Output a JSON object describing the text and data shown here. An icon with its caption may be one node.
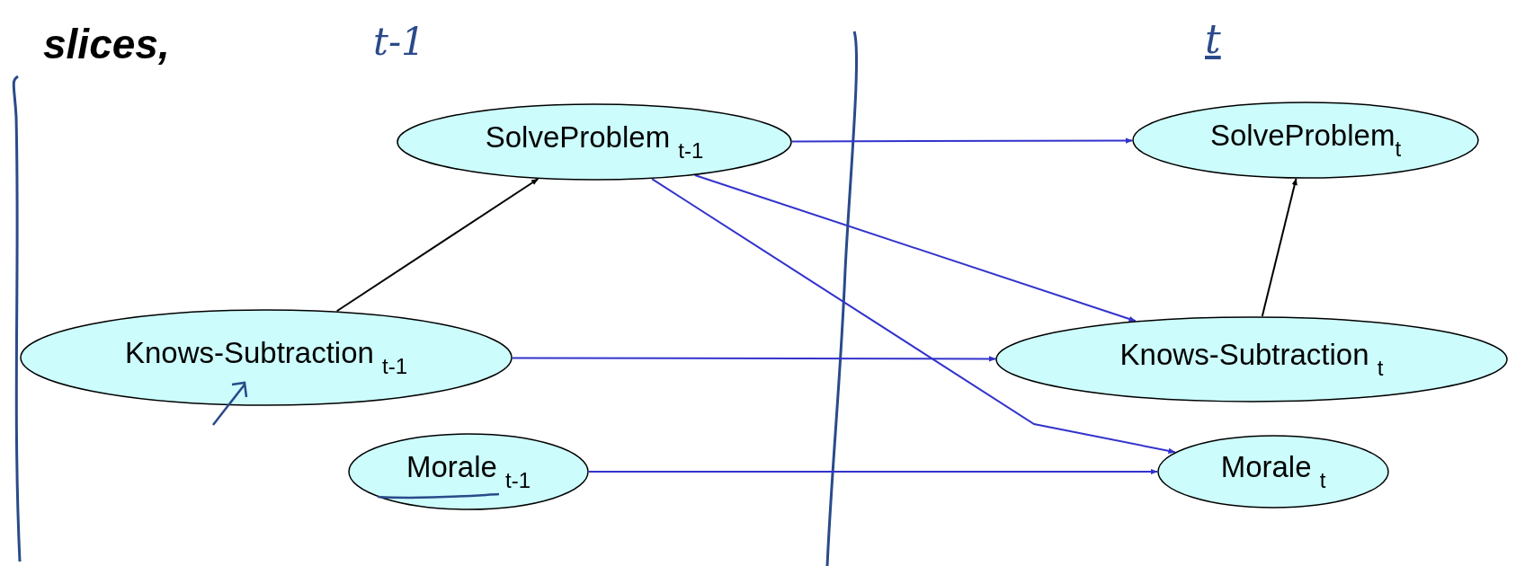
{
  "diagram": {
    "nodes": [
      {
        "text": [
          "SolveProblem $_{t-1}$"
        ]
      },
      {
        "text": [
          "SolveProblem$_{t}$"
        ]
      },
      {
        "text": [
          "Knows-Subtraction $_{t-1}$"
        ]
      },
      {
        "text": [
          "Knows-Subtraction $_{t}$"
        ]
      },
      {
        "text": [
          "Morale $_{t-1}$"
        ]
      },
      {
        "text": [
          "Morale $_{t}$"
        ]
      }
    ],
    "edges": [
      {
        "from": 2,
        "to": 0,
        "arrow": "to",
        "color": "#000000"
      },
      {
        "from": 0,
        "to": 1,
        "arrow": "to"
      },
      {
        "from": 0,
        "to": 3,
        "arrow": "to"
      },
      {
        "from": 0,
        "to": 5,
        "arrow": "to"
      },
      {
        "from": 2,
        "to": 3,
        "arrow": "to"
      },
      {
        "from": 4,
        "to": 5,
        "arrow": "to"
      },
      {
        "from": 3,
        "to": 1,
        "arrow": "to",
        "color": "#000000"
      }
    ],
    "labels": [
      "slices,",
      "t-1",
      "t"
    ]
  }
}
